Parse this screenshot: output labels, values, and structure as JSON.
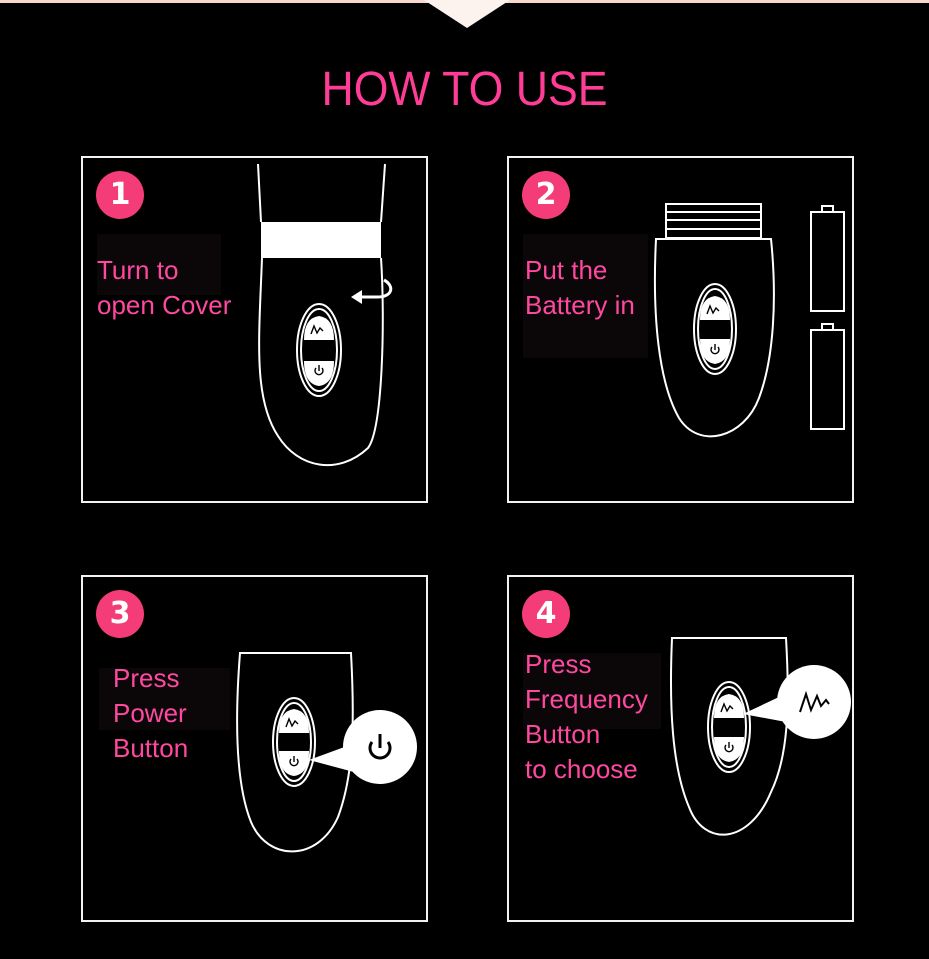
{
  "header": {
    "title": "HOW TO USE",
    "accent_color": "#ff3d97",
    "badge_color": "#f43d78"
  },
  "steps": [
    {
      "number": "1",
      "line1": "Turn to",
      "line2": "open Cover",
      "line3": "",
      "line4": "",
      "illustration": "device-cover-rotate-arrow"
    },
    {
      "number": "2",
      "line1": "Put the",
      "line2": "Battery in",
      "line3": "",
      "line4": "",
      "illustration": "device-with-two-batteries"
    },
    {
      "number": "3",
      "line1": "Press",
      "line2": "Power",
      "line3": "Button",
      "line4": "",
      "illustration": "power-button-callout"
    },
    {
      "number": "4",
      "line1": "Press",
      "line2": "Frequency",
      "line3": "Button",
      "line4": "to choose",
      "illustration": "frequency-button-callout"
    }
  ]
}
